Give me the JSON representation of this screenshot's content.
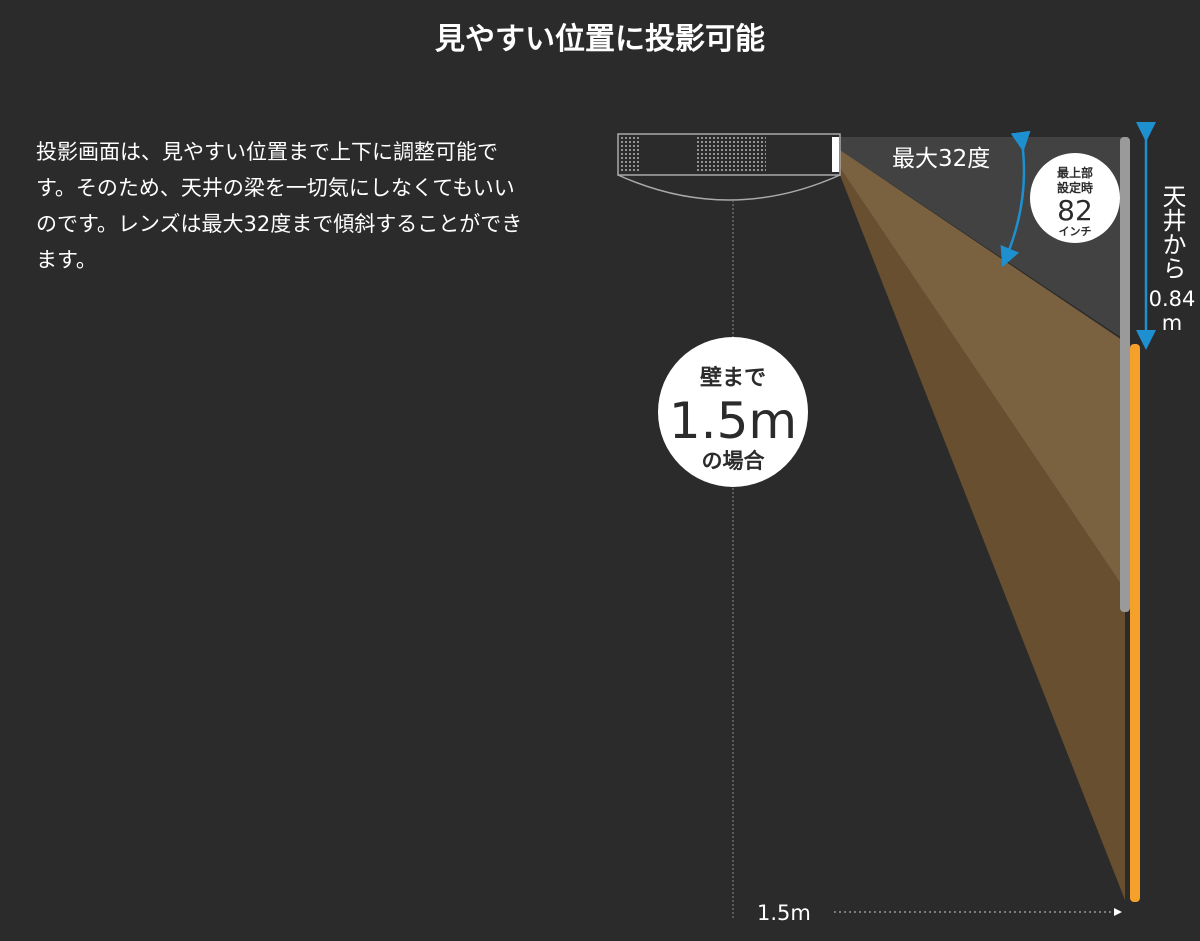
{
  "title": "見やすい位置に投影可能",
  "description": "投影画面は、見やすい位置まで上下に調整可能です。そのため、天井の梁を一切気にしなくてもいいのです。レンズは最大32度まで傾斜することができます。",
  "diagram": {
    "angle_label": "最大32度",
    "top_setting_badge": {
      "line1": "最上部",
      "line2": "設定時",
      "value": "82",
      "unit": "インチ"
    },
    "ceiling_distance": {
      "line1": "天井から",
      "value": "0.84",
      "unit": "m"
    },
    "wall_distance_badge": {
      "line1": "壁まで",
      "value": "1.5m",
      "line2": "の場合"
    },
    "floor_distance_label": "1.5m",
    "colors": {
      "background": "#2b2b2b",
      "beam_light": "#7a6140",
      "beam_dark": "#684f30",
      "screen": "#f5a02a",
      "arrow": "#1e90d0",
      "ceiling_area": "#424242"
    }
  }
}
